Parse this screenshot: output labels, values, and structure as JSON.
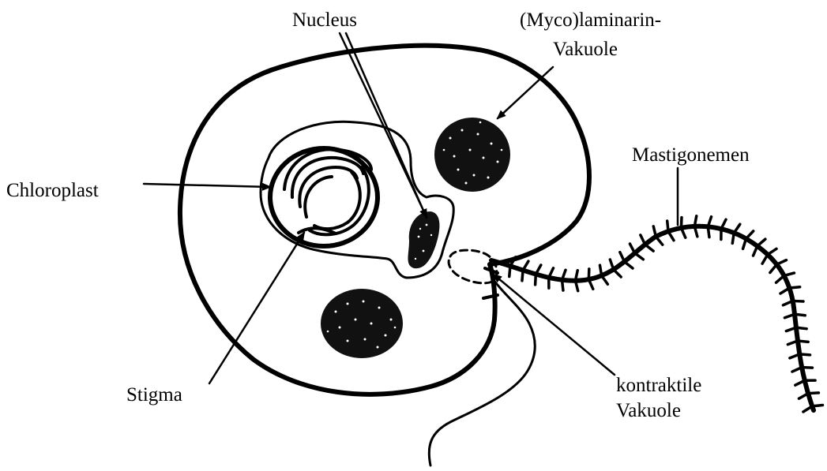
{
  "labels": {
    "nucleus": "Nucleus",
    "laminarin_line1": "(Myco)laminarin-",
    "laminarin_line2": "Vakuole",
    "chloroplast": "Chloroplast",
    "mastigonemen": "Mastigonemen",
    "stigma": "Stigma",
    "contractile_line1": "kontraktile",
    "contractile_line2": "Vakuole"
  },
  "colors": {
    "ink": "#000000",
    "background": "#ffffff"
  }
}
